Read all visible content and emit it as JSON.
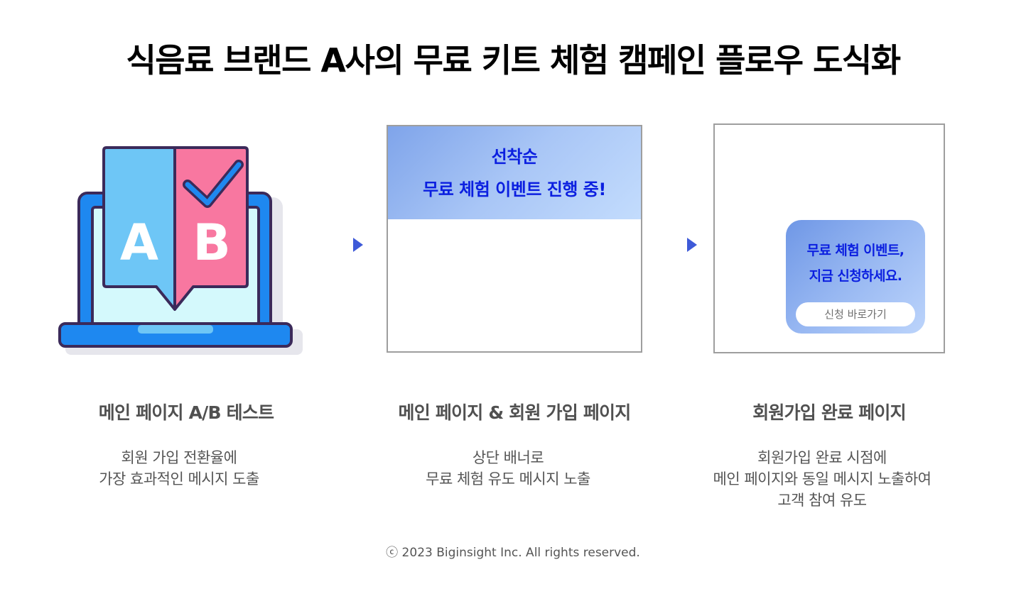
{
  "title": "식음료 브랜드 A사의 무료 키트 체험 캠페인 플로우 도식화",
  "illustration": {
    "letter_a": "A",
    "letter_b": "B"
  },
  "banner": {
    "line1": "선착순",
    "line2": "무료 체험 이벤트 진행 중!"
  },
  "popup": {
    "line1": "무료 체험 이벤트,",
    "line2": "지금 신청하세요.",
    "button_label": "신청 바로가기"
  },
  "steps": [
    {
      "heading": "메인 페이지 A/B 테스트",
      "desc": [
        "회원 가입 전환율에",
        "가장 효과적인 메시지 도출"
      ]
    },
    {
      "heading": "메인 페이지 & 회원 가입 페이지",
      "desc": [
        "상단 배너로",
        "무료 체험 유도 메시지 노출"
      ]
    },
    {
      "heading": "회원가입 완료 페이지",
      "desc": [
        "회원가입 완료 시점에",
        "메인 페이지와 동일 메시지 노출하여",
        "고객 참여 유도"
      ]
    }
  ],
  "footer": "ⓒ 2023 Biginsight Inc. All rights reserved.",
  "colors": {
    "accent_blue_text": "#0b1fe0",
    "arrow": "#3e5ad8",
    "laptop_blue": "#1e88f0",
    "panel_a": "#6ec6f6",
    "panel_b": "#f877a0",
    "outline": "#3b2a5a"
  }
}
